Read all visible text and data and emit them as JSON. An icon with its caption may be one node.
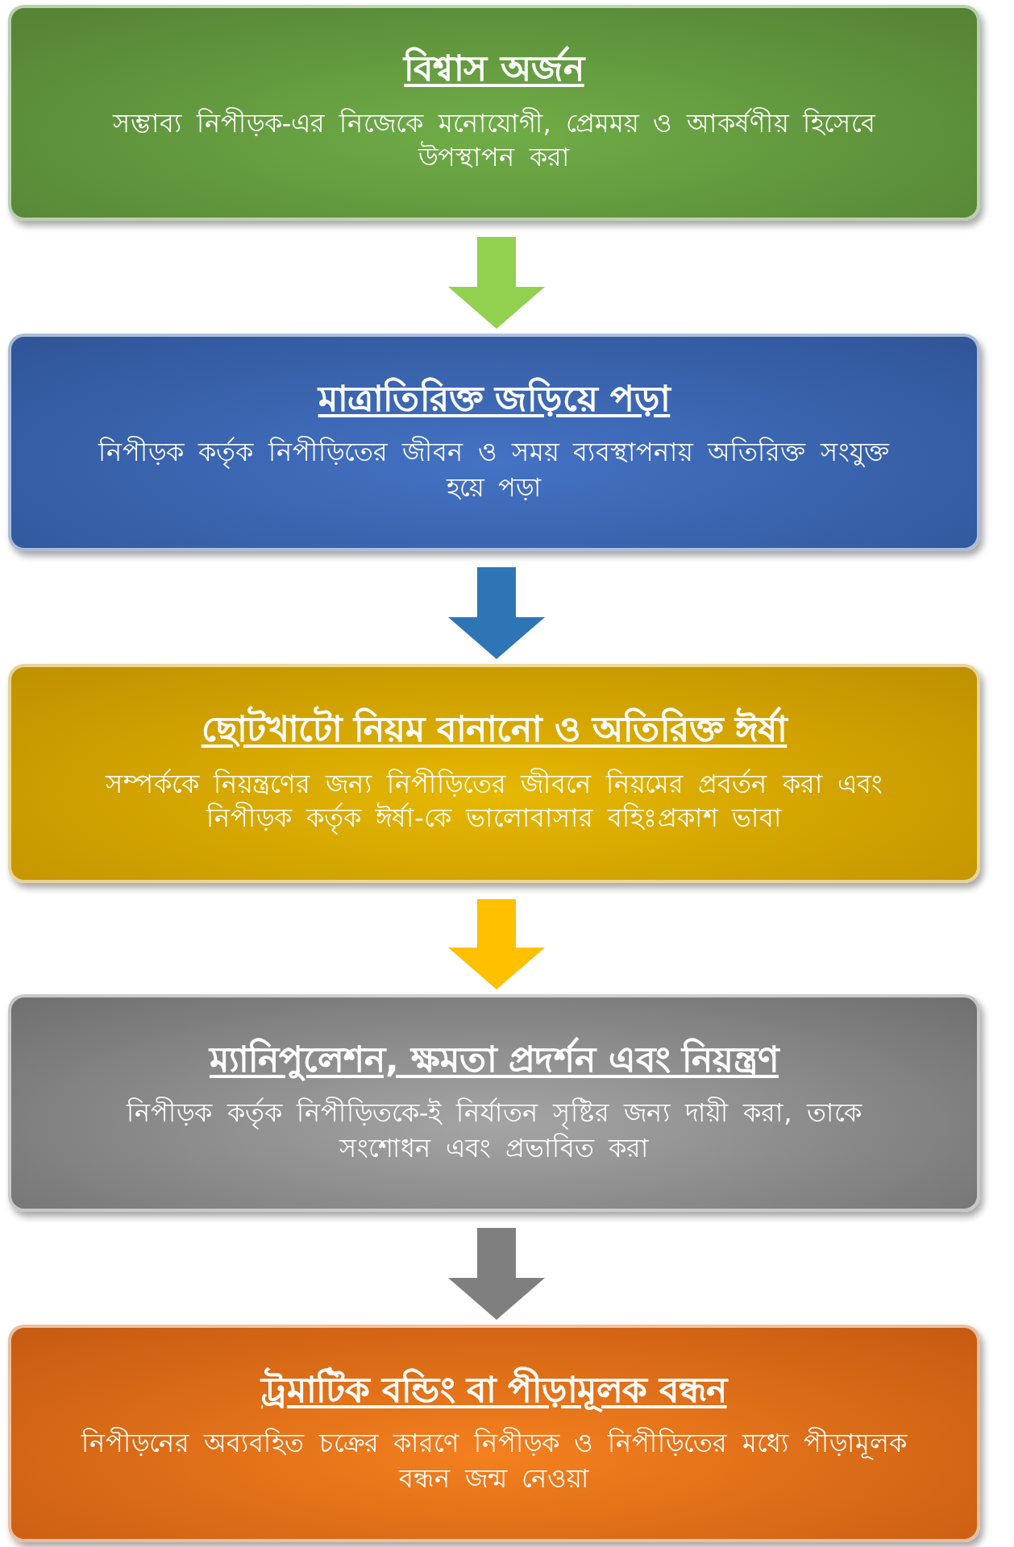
{
  "diagram": {
    "nodes": [
      {
        "text": [
          "বিশ্বাস অর্জন",
          "সম্ভাব্য নিপীড়ক-এর নিজেকে মনোযোগী, প্রেমময় ও আকর্ষণীয় হিসেবে উপস্থাপন করা"
        ]
      },
      {
        "text": [
          "মাত্রাতিরিক্ত জড়িয়ে পড়া",
          "নিপীড়ক কর্তৃক নিপীড়িতের জীবন ও সময় ব্যবস্থাপনায় অতিরিক্ত সংযুক্ত হয়ে পড়া"
        ]
      },
      {
        "text": [
          "ছোটখাটো নিয়ম বানানো ও অতিরিক্ত ঈর্ষা",
          "সম্পর্ককে নিয়ন্ত্রণের জন্য নিপীড়িতের জীবনে নিয়মের প্রবর্তন করা এবং নিপীড়ক কর্তৃক ঈর্ষা-কে ভালোবাসার বহিঃপ্রকাশ ভাবা"
        ]
      },
      {
        "text": [
          "ম্যানিপুলেশন, ক্ষমতা প্রদর্শন এবং নিয়ন্ত্রণ",
          "নিপীড়ক কর্তৃক নিপীড়িতকে-ই নির্যাতন সৃষ্টির জন্য দায়ী করা, তাকে সংশোধন এবং প্রভাবিত করা"
        ]
      },
      {
        "text": [
          "ট্রমাটিক বন্ডিং বা পীড়ামূলক বন্ধন",
          "নিপীড়নের অব্যবহিত চক্রের কারণে নিপীড়ক ও নিপীড়িতের মধ্যে পীড়ামূলক বন্ধন জন্ম নেওয়া"
        ]
      }
    ],
    "edges": [
      {
        "from": 0,
        "to": 1,
        "arrow": "to",
        "color": "#92d050"
      },
      {
        "from": 1,
        "to": 2,
        "arrow": "to",
        "color": "#2e75b6"
      },
      {
        "from": 2,
        "to": 3,
        "arrow": "to",
        "color": "#ffc000"
      },
      {
        "from": 3,
        "to": 4,
        "arrow": "to",
        "color": "#7f7f7f"
      }
    ]
  }
}
